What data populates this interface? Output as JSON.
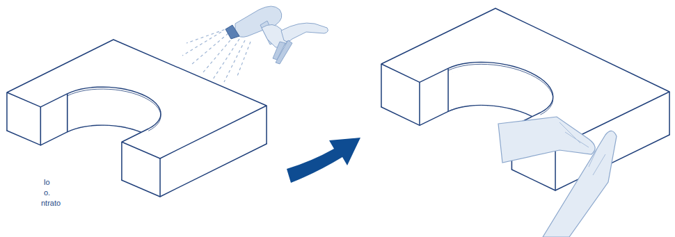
{
  "diagram": {
    "labels": [
      "lo",
      "o.",
      "ntrato"
    ]
  }
}
